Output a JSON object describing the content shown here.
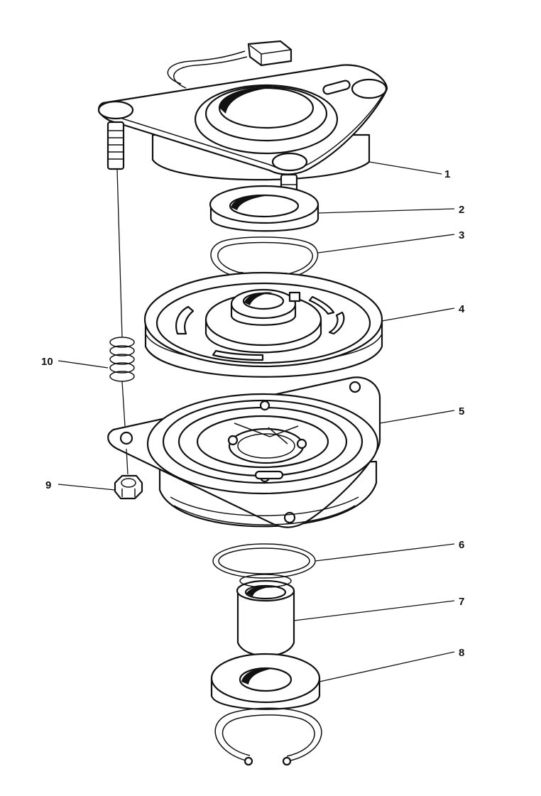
{
  "callouts": [
    {
      "id": "1",
      "text": "1"
    },
    {
      "id": "2",
      "text": "2"
    },
    {
      "id": "3",
      "text": "3"
    },
    {
      "id": "4",
      "text": "4"
    },
    {
      "id": "5",
      "text": "5"
    },
    {
      "id": "6",
      "text": "6"
    },
    {
      "id": "7",
      "text": "7"
    },
    {
      "id": "8",
      "text": "8"
    },
    {
      "id": "9",
      "text": "9"
    },
    {
      "id": "10",
      "text": "10"
    }
  ],
  "colors": {
    "ink": "#111111",
    "paper": "#ffffff"
  }
}
